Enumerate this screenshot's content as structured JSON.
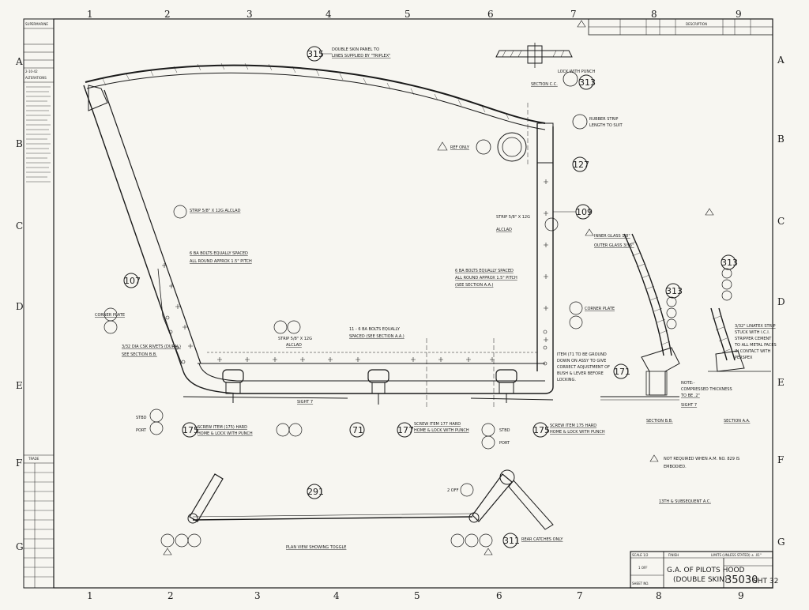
{
  "grid": {
    "cols": [
      "1",
      "2",
      "3",
      "4",
      "5",
      "6",
      "7",
      "8",
      "9"
    ],
    "rows": [
      "A",
      "B",
      "C",
      "D",
      "E",
      "F",
      "G"
    ]
  },
  "left_strip": {
    "top_text": "SUPERMARINE",
    "date": "2-10-42",
    "alterations": "ALTERATIONS",
    "trade": "TRADE"
  },
  "callouts": {
    "c315": "315",
    "c313": "313",
    "c127": "127",
    "c109": "109",
    "c107": "107",
    "c171": "171",
    "c175a": "175",
    "c175b": "175",
    "c71": "71",
    "c177": "177",
    "c291": "291",
    "c311": "311",
    "c313b": "313",
    "c313c": "313"
  },
  "notes": {
    "double_skin": "DOUBLE SKIN PANEL TO",
    "double_skin2": "LINES SUPPLIED BY \"TRIPLEX\"",
    "lock_punch": "LOCK WITH PUNCH",
    "section_cc": "SECTION C.C.",
    "rubber_strip": "RUBBER STRIP",
    "rubber_strip2": "LENGTH TO SUIT",
    "ref_only": "REF ONLY",
    "strip_left": "STRIP 5/8\" X 12G ALCLAD",
    "strip_right": "STRIP 5/8\" X 12G",
    "alclad": "ALCLAD",
    "bolts_left": "6 BA BOLTS EQUALLY SPACED",
    "bolts_left2": "ALL ROUND APPROX 1.5\" PITCH",
    "bolts_right": "6 BA BOLTS EQUALLY SPACED",
    "bolts_right2": "ALL ROUND APPROX 1.5\" PITCH",
    "bolts_right3": "(SEE SECTION A.A.)",
    "corner_left": "CORNER PLATE",
    "corner_right": "CORNER PLATE",
    "rivets": "3/32 DIA CSK RIVETS (DURAL)",
    "see_bb": "SEE SECTION B.B.",
    "strip_bottom": "STRIP 5/8\" X 12G",
    "alclad2": "ALCLAD",
    "bolts_bottom": "11 - 6 BA BOLTS EQUALLY",
    "bolts_bottom2": "SPACED (SEE SECTION A.A.)",
    "item": "ITEM (71 TO BE GROUND",
    "item2": "DOWN ON ASSY TO GIVE",
    "item3": "CORRECT ADJUSTMENT OF",
    "item4": "BUSH & LEVER BEFORE",
    "item5": "LOCKING.",
    "screw_left": "SCREW ITEM (175) HARD",
    "screw_left2": "HOME & LOCK WITH PUNCH",
    "screw_mid": "SCREW ITEM 177 HARD",
    "screw_mid2": "HOME & LOCK WITH PUNCH",
    "screw_right": "SCREW ITEM 175 HARD",
    "screw_right2": "HOME & LOCK WITH PUNCH",
    "stbd": "STBD",
    "port": "PORT",
    "inner_glass": "INNER GLASS 1/8\"",
    "outer_glass": "OUTER GLASS 3/16\"",
    "linatex": "3/32\" LINATEX STRIP",
    "linatex2": "STUCK WITH I.C.I.",
    "linatex3": "STRIPPER CEMENT",
    "linatex4": "TO ALL METAL FACES",
    "linatex5": "IN CONTACT WITH",
    "linatex6": "PERSPEX",
    "note": "NOTE:-",
    "note2": "COMPRESSED THICKNESS",
    "note3": "TO BE .2\"",
    "section_bb": "SECTION B.B.",
    "section_aa": "SECTION A.A.",
    "not_required": "NOT REQUIRED WHEN A.M. NO. 829 IS",
    "not_required2": "EMBODIED.",
    "subsequent": "13TH & SUBSEQUENT A.C.",
    "plan_view": "PLAN VIEW SHOWING TOGGLE",
    "rear_catches": "REAR CATCHES ONLY",
    "off": "2 OFF",
    "sight": "SIGHT 7"
  },
  "title_block": {
    "title1": "G.A. OF PILOTS HOOD",
    "title2": "(DOUBLE SKIN)",
    "drawing_no": "35030",
    "sheet": "SHT 32",
    "scale": "SCALE 1/2",
    "limits": "LIMITS (UNLESS STATED) ± .01\"",
    "finish": "FINISH",
    "off_label": "1 OFF",
    "description": "DESCRIPTION",
    "sheet_no": "SHEET NO."
  },
  "colors": {
    "ink": "#1a1a1a",
    "paper": "#f7f6f1"
  }
}
